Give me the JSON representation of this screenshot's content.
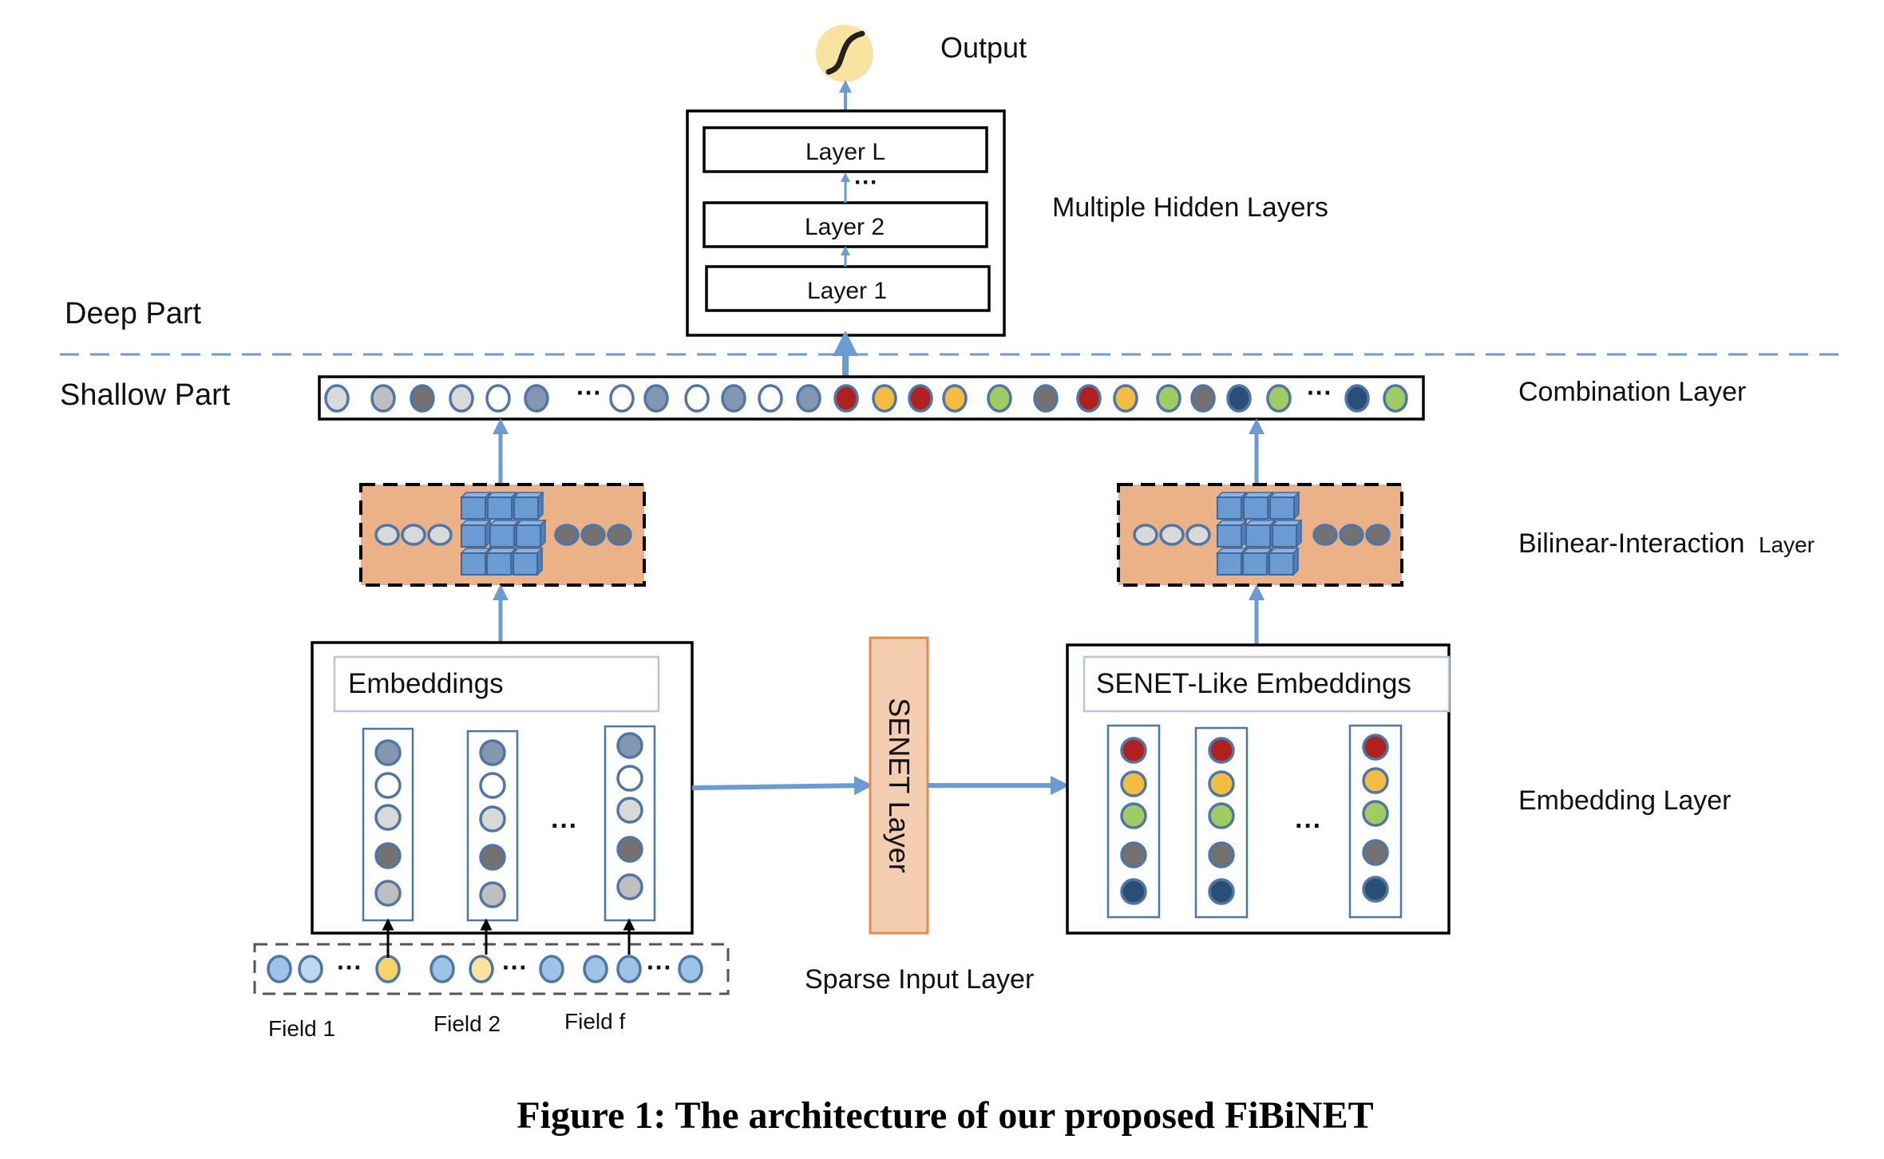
{
  "figure": {
    "caption": "Figure 1: The architecture of our proposed FiBiNET",
    "colors": {
      "arrow": "#6a9bd3",
      "node_stroke": "#4f76a6",
      "bilinear_fill": "#ebb187",
      "senet_fill": "#f3cdb0",
      "senet_stroke": "#e58a4c",
      "output_fill": "#f9e3a1",
      "cube_fill": "#6a9bd3",
      "cube_stroke": "#41679a",
      "part_divider": "#6a9bd3"
    },
    "node_colors": {
      "light": "#d9d9d9",
      "white": "#ffffff",
      "silver": "#bfbfbf",
      "darkgray": "#757171",
      "slate": "#8497b0",
      "red": "#b0201c",
      "yellow": "#f4bd42",
      "green": "#9fcc63",
      "navy": "#2a4f77",
      "skyblue": "#9dc3e6",
      "paleblue": "#bdd7ee",
      "gold": "#f7d46a",
      "cream": "#fbe49d"
    }
  },
  "labels": {
    "output": "Output",
    "multiple_hidden_layers": "Multiple Hidden Layers",
    "deep_part": "Deep Part",
    "shallow_part": "Shallow Part",
    "combination_layer": "Combination Layer",
    "bilinear_layer_main": "Bilinear-Interaction",
    "bilinear_layer_suffix": "Layer",
    "embedding_layer": "Embedding Layer",
    "sparse_input_layer": "Sparse Input Layer",
    "senet_layer": "SENET Layer",
    "embeddings": "Embeddings",
    "senet_like_embeddings": "SENET-Like Embeddings",
    "ellipsis": "···"
  },
  "hidden_layers": [
    "Layer L",
    "Layer 2",
    "Layer 1"
  ],
  "fields": [
    "Field 1",
    "Field 2",
    "Field f"
  ],
  "output_icon": "sigmoid-icon",
  "combination_nodes": [
    "light",
    "silver",
    "darkgray",
    "light",
    "white",
    "slate",
    "...",
    "white",
    "slate",
    "white",
    "slate",
    "white",
    "slate",
    "red",
    "yellow",
    "red",
    "yellow",
    "green",
    "darkgray",
    "red",
    "yellow",
    "green",
    "darkgray",
    "navy",
    "green",
    "...",
    "navy",
    "green"
  ],
  "bilinear_nodes": {
    "left": [
      "light",
      "light",
      "light"
    ],
    "right": [
      "darkgray",
      "darkgray",
      "darkgray"
    ]
  },
  "embedding_columns": [
    [
      "slate",
      "white",
      "light",
      "darkgray",
      "silver"
    ],
    [
      "slate",
      "white",
      "light",
      "darkgray",
      "silver"
    ],
    [
      "slate",
      "white",
      "light",
      "darkgray",
      "silver"
    ]
  ],
  "senet_columns": [
    [
      "red",
      "yellow",
      "green",
      "darkgray",
      "navy"
    ],
    [
      "red",
      "yellow",
      "green",
      "darkgray",
      "navy"
    ],
    [
      "red",
      "yellow",
      "green",
      "darkgray",
      "navy"
    ]
  ],
  "sparse_nodes": [
    "skyblue",
    "paleblue",
    "...",
    "gold",
    "skyblue",
    "cream",
    "...",
    "skyblue",
    "skyblue",
    "skyblue",
    "...",
    "skyblue"
  ]
}
